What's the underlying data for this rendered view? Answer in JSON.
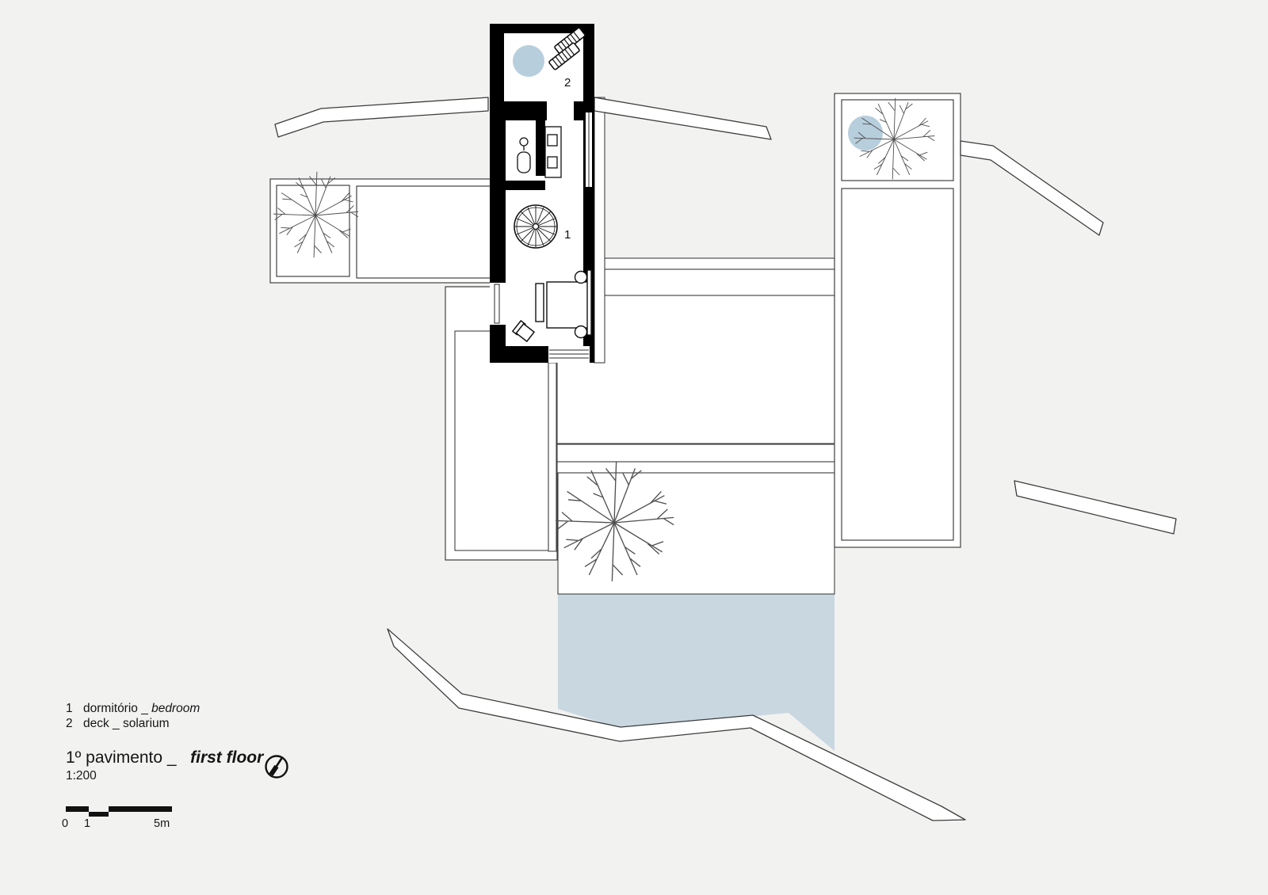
{
  "colors": {
    "background": "#f2f2f1",
    "pool_blue": "#c9d7e1",
    "canopy_blue": "#b7cedd",
    "wall_black": "#000000",
    "line_gray": "#424242"
  },
  "plan_labels": {
    "bedroom_number": "1",
    "solarium_number": "2"
  },
  "legend": {
    "items": [
      {
        "number": "1",
        "name_pt": "dormitório _",
        "name_en": "bedroom"
      },
      {
        "number": "2",
        "name_pt": "deck _ solarium",
        "name_en": ""
      }
    ],
    "title_pt": "1º pavimento _",
    "title_en": "first floor",
    "scale_text": "1:200",
    "scalebar": {
      "start": "0",
      "mid": "1",
      "end": "5m"
    }
  }
}
